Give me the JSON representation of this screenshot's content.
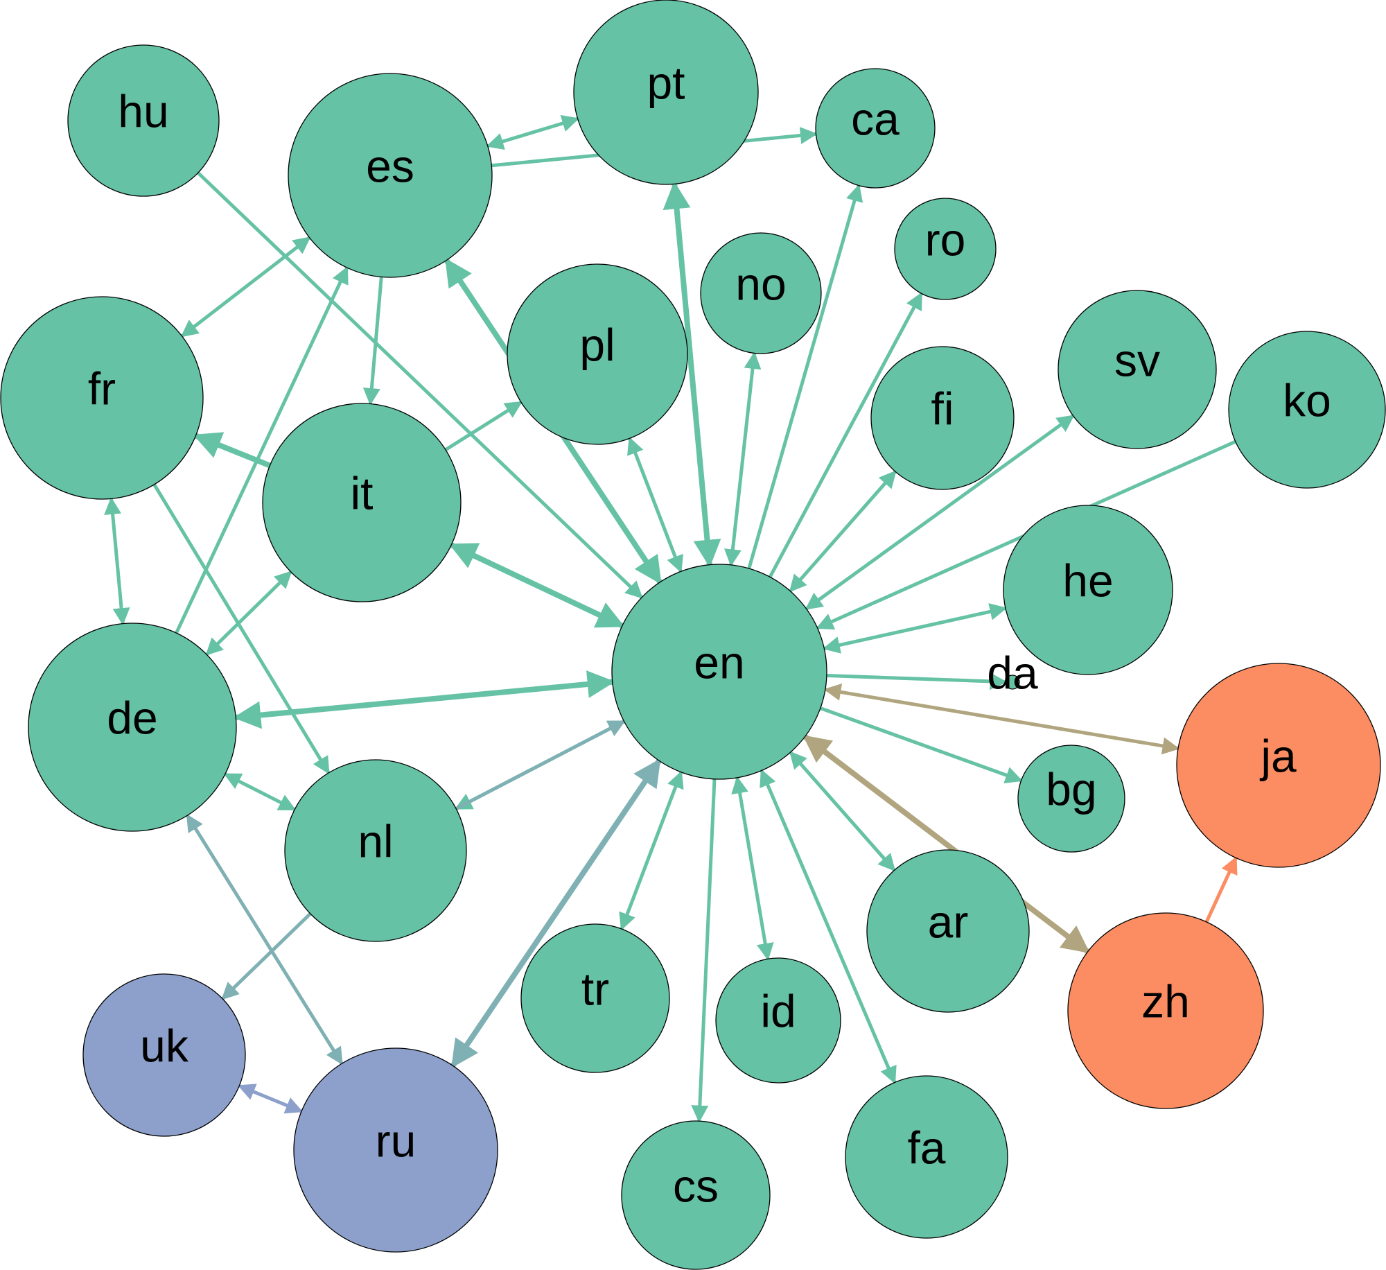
{
  "colors": {
    "green": "#66c2a5",
    "orange": "#fc8d62",
    "blue": "#8da0cb",
    "teal_blue": "#7fb0b3",
    "khaki": "#b0a57e"
  },
  "nodes": [
    {
      "id": "hu",
      "label": "hu",
      "color": "green"
    },
    {
      "id": "es",
      "label": "es",
      "color": "green"
    },
    {
      "id": "pt",
      "label": "pt",
      "color": "green"
    },
    {
      "id": "ca",
      "label": "ca",
      "color": "green"
    },
    {
      "id": "ro",
      "label": "ro",
      "color": "green"
    },
    {
      "id": "no",
      "label": "no",
      "color": "green"
    },
    {
      "id": "pl",
      "label": "pl",
      "color": "green"
    },
    {
      "id": "fr",
      "label": "fr",
      "color": "green"
    },
    {
      "id": "it",
      "label": "it",
      "color": "green"
    },
    {
      "id": "fi",
      "label": "fi",
      "color": "green"
    },
    {
      "id": "sv",
      "label": "sv",
      "color": "green"
    },
    {
      "id": "ko",
      "label": "ko",
      "color": "green"
    },
    {
      "id": "he",
      "label": "he",
      "color": "green"
    },
    {
      "id": "en",
      "label": "en",
      "color": "green"
    },
    {
      "id": "da",
      "label": "da",
      "color": "green"
    },
    {
      "id": "de",
      "label": "de",
      "color": "green"
    },
    {
      "id": "ja",
      "label": "ja",
      "color": "orange"
    },
    {
      "id": "bg",
      "label": "bg",
      "color": "green"
    },
    {
      "id": "nl",
      "label": "nl",
      "color": "green"
    },
    {
      "id": "ar",
      "label": "ar",
      "color": "green"
    },
    {
      "id": "tr",
      "label": "tr",
      "color": "green"
    },
    {
      "id": "id",
      "label": "id",
      "color": "green"
    },
    {
      "id": "zh",
      "label": "zh",
      "color": "orange"
    },
    {
      "id": "uk",
      "label": "uk",
      "color": "blue"
    },
    {
      "id": "ru",
      "label": "ru",
      "color": "blue"
    },
    {
      "id": "cs",
      "label": "cs",
      "color": "green"
    },
    {
      "id": "fa",
      "label": "fa",
      "color": "green"
    }
  ],
  "edges": [
    {
      "from": "hu",
      "to": "en",
      "bidirectional": false,
      "color": "green",
      "weight": 1
    },
    {
      "from": "es",
      "to": "pt",
      "bidirectional": true,
      "color": "green",
      "weight": 1
    },
    {
      "from": "es",
      "to": "ca",
      "bidirectional": false,
      "color": "green",
      "weight": 1
    },
    {
      "from": "es",
      "to": "fr",
      "bidirectional": true,
      "color": "green",
      "weight": 1
    },
    {
      "from": "es",
      "to": "it",
      "bidirectional": false,
      "color": "green",
      "weight": 1
    },
    {
      "from": "de",
      "to": "es",
      "bidirectional": false,
      "color": "green",
      "weight": 1
    },
    {
      "from": "es",
      "to": "en",
      "bidirectional": true,
      "color": "green",
      "weight": 2
    },
    {
      "from": "pt",
      "to": "en",
      "bidirectional": true,
      "color": "green",
      "weight": 2
    },
    {
      "from": "en",
      "to": "ca",
      "bidirectional": false,
      "color": "green",
      "weight": 1
    },
    {
      "from": "en",
      "to": "ro",
      "bidirectional": false,
      "color": "green",
      "weight": 1
    },
    {
      "from": "en",
      "to": "no",
      "bidirectional": true,
      "color": "green",
      "weight": 1
    },
    {
      "from": "pl",
      "to": "en",
      "bidirectional": true,
      "color": "green",
      "weight": 1
    },
    {
      "from": "it",
      "to": "pl",
      "bidirectional": false,
      "color": "green",
      "weight": 1
    },
    {
      "from": "it",
      "to": "fr",
      "bidirectional": false,
      "color": "green",
      "weight": 2
    },
    {
      "from": "it",
      "to": "en",
      "bidirectional": true,
      "color": "green",
      "weight": 2
    },
    {
      "from": "de",
      "to": "it",
      "bidirectional": true,
      "color": "green",
      "weight": 1
    },
    {
      "from": "fr",
      "to": "de",
      "bidirectional": true,
      "color": "green",
      "weight": 1
    },
    {
      "from": "fr",
      "to": "nl",
      "bidirectional": false,
      "color": "green",
      "weight": 1
    },
    {
      "from": "en",
      "to": "fi",
      "bidirectional": true,
      "color": "green",
      "weight": 1
    },
    {
      "from": "en",
      "to": "sv",
      "bidirectional": true,
      "color": "green",
      "weight": 1
    },
    {
      "from": "ko",
      "to": "en",
      "bidirectional": false,
      "color": "green",
      "weight": 1
    },
    {
      "from": "en",
      "to": "he",
      "bidirectional": true,
      "color": "green",
      "weight": 1
    },
    {
      "from": "en",
      "to": "da",
      "bidirectional": false,
      "color": "green",
      "weight": 1
    },
    {
      "from": "en",
      "to": "de",
      "bidirectional": true,
      "color": "green",
      "weight": 2
    },
    {
      "from": "en",
      "to": "ja",
      "bidirectional": true,
      "color": "khaki",
      "weight": 1
    },
    {
      "from": "en",
      "to": "bg",
      "bidirectional": false,
      "color": "green",
      "weight": 1
    },
    {
      "from": "en",
      "to": "nl",
      "bidirectional": true,
      "color": "green",
      "weight": 1
    },
    {
      "from": "nl",
      "to": "en",
      "bidirectional": false,
      "color": "teal_blue",
      "weight": 1
    },
    {
      "from": "en",
      "to": "ar",
      "bidirectional": true,
      "color": "green",
      "weight": 1
    },
    {
      "from": "en",
      "to": "zh",
      "bidirectional": true,
      "color": "khaki",
      "weight": 2
    },
    {
      "from": "en",
      "to": "tr",
      "bidirectional": true,
      "color": "green",
      "weight": 1
    },
    {
      "from": "en",
      "to": "id",
      "bidirectional": true,
      "color": "green",
      "weight": 1
    },
    {
      "from": "en",
      "to": "cs",
      "bidirectional": false,
      "color": "green",
      "weight": 1
    },
    {
      "from": "en",
      "to": "fa",
      "bidirectional": true,
      "color": "green",
      "weight": 1
    },
    {
      "from": "en",
      "to": "ru",
      "bidirectional": true,
      "color": "teal_blue",
      "weight": 2
    },
    {
      "from": "de",
      "to": "nl",
      "bidirectional": true,
      "color": "green",
      "weight": 1
    },
    {
      "from": "de",
      "to": "ru",
      "bidirectional": true,
      "color": "teal_blue",
      "weight": 1
    },
    {
      "from": "nl",
      "to": "uk",
      "bidirectional": false,
      "color": "teal_blue",
      "weight": 1
    },
    {
      "from": "uk",
      "to": "ru",
      "bidirectional": true,
      "color": "blue",
      "weight": 1
    },
    {
      "from": "zh",
      "to": "ja",
      "bidirectional": false,
      "color": "orange",
      "weight": 1
    }
  ]
}
